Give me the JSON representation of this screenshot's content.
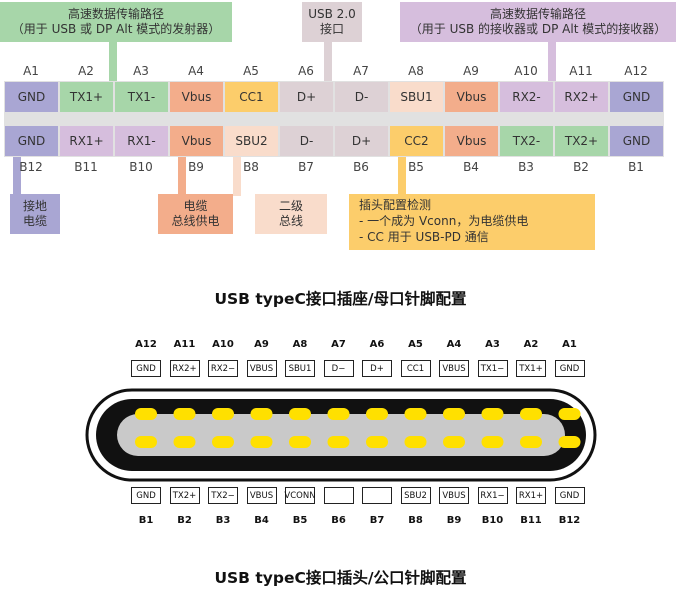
{
  "socket": {
    "title": "USB typeC接口插座/母口针脚配置",
    "callouts": {
      "tx": "高速数据传输路径\n（用于 USB 或 DP Alt 模式的发射器）",
      "usb2": "USB 2.0\n接口",
      "rx": "高速数据传输路径\n（用于 USB 的接收器或 DP Alt 模式的接收器）",
      "ground": "接地\n电缆",
      "vbus": "电缆\n总线供电",
      "sbu": "二级\n总线",
      "cc_title": "插头配置检测",
      "cc_line1": "- 一个成为 Vconn，为电缆供电",
      "cc_line2": "- CC 用于 USB-PD 通信"
    },
    "a_labels": [
      "A1",
      "A2",
      "A3",
      "A4",
      "A5",
      "A6",
      "A7",
      "A8",
      "A9",
      "A10",
      "A11",
      "A12"
    ],
    "a_pins": [
      "GND",
      "TX1+",
      "TX1-",
      "Vbus",
      "CC1",
      "D+",
      "D-",
      "SBU1",
      "Vbus",
      "RX2-",
      "RX2+",
      "GND"
    ],
    "b_pins": [
      "GND",
      "RX1+",
      "RX1-",
      "Vbus",
      "SBU2",
      "D-",
      "D+",
      "CC2",
      "Vbus",
      "TX2-",
      "TX2+",
      "GND"
    ],
    "b_labels": [
      "B12",
      "B11",
      "B10",
      "B9",
      "B8",
      "B7",
      "B6",
      "B5",
      "B4",
      "B3",
      "B2",
      "B1"
    ],
    "colors": {
      "gnd": "#a9a6d3",
      "rx": "#d6bedd",
      "tx": "#a7d6a9",
      "vbus": "#f3ad8b",
      "cc": "#fccd6b",
      "sbu": "#f9dccb",
      "usb2": "#ddd1d5",
      "mid": "#e1e1e1"
    }
  },
  "plug": {
    "title": "USB typeC接口插头/公口针脚配置",
    "a_labels": [
      "A12",
      "A11",
      "A10",
      "A9",
      "A8",
      "A7",
      "A6",
      "A5",
      "A4",
      "A3",
      "A2",
      "A1"
    ],
    "a_pins": [
      "GND",
      "RX2+",
      "RX2−",
      "VBUS",
      "SBU1",
      "D−",
      "D+",
      "CC1",
      "VBUS",
      "TX1−",
      "TX1+",
      "GND"
    ],
    "b_pins": [
      "GND",
      "TX2+",
      "TX2−",
      "VBUS",
      "VCONN",
      "",
      "",
      "SBU2",
      "VBUS",
      "RX1−",
      "RX1+",
      "GND"
    ],
    "b_labels": [
      "B1",
      "B2",
      "B3",
      "B4",
      "B5",
      "B6",
      "B7",
      "B8",
      "B9",
      "B10",
      "B11",
      "B12"
    ]
  }
}
